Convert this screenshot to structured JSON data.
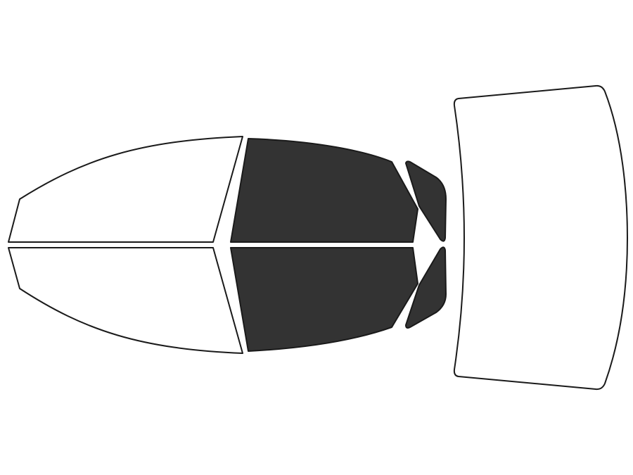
{
  "colors": {
    "background": "#ffffff",
    "outline": "#1a1a1a",
    "clear": "#ffffff",
    "tinted": "#333333"
  },
  "windows": {
    "front_door_top": {
      "state": "clear"
    },
    "front_door_bottom": {
      "state": "clear"
    },
    "rear_door_top": {
      "state": "tinted"
    },
    "rear_door_bottom": {
      "state": "tinted"
    },
    "quarter_glass_top": {
      "state": "tinted"
    },
    "quarter_glass_bottom": {
      "state": "tinted"
    },
    "rear_windshield": {
      "state": "clear"
    }
  }
}
